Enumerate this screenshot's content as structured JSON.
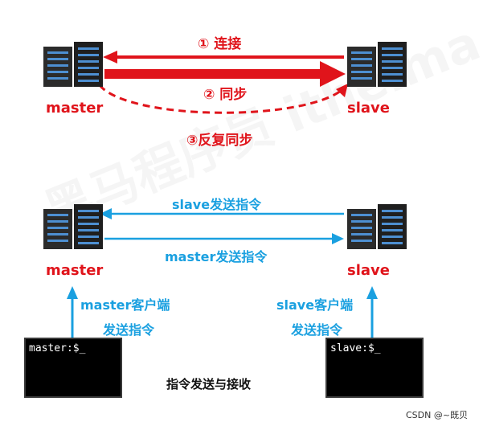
{
  "top": {
    "master_label": "master",
    "slave_label": "slave",
    "step1": "① 连接",
    "step2": "② 同步",
    "step3": "③反复同步"
  },
  "bottom": {
    "master_label": "master",
    "slave_label": "slave",
    "slave_send": "slave发送指令",
    "master_send": "master发送指令",
    "master_client_line1": "master客户端",
    "master_client_line2": "发送指令",
    "slave_client_line1": "slave客户端",
    "slave_client_line2": "发送指令",
    "master_terminal": "master:$_",
    "slave_terminal": "slave:$_",
    "caption": "指令发送与接收"
  },
  "footer": {
    "credit": "CSDN @~既贝"
  },
  "colors": {
    "red": "#e0141b",
    "blue": "#1aa0e0"
  },
  "icons": [
    "server-icon",
    "terminal-icon",
    "arrow-icon"
  ]
}
